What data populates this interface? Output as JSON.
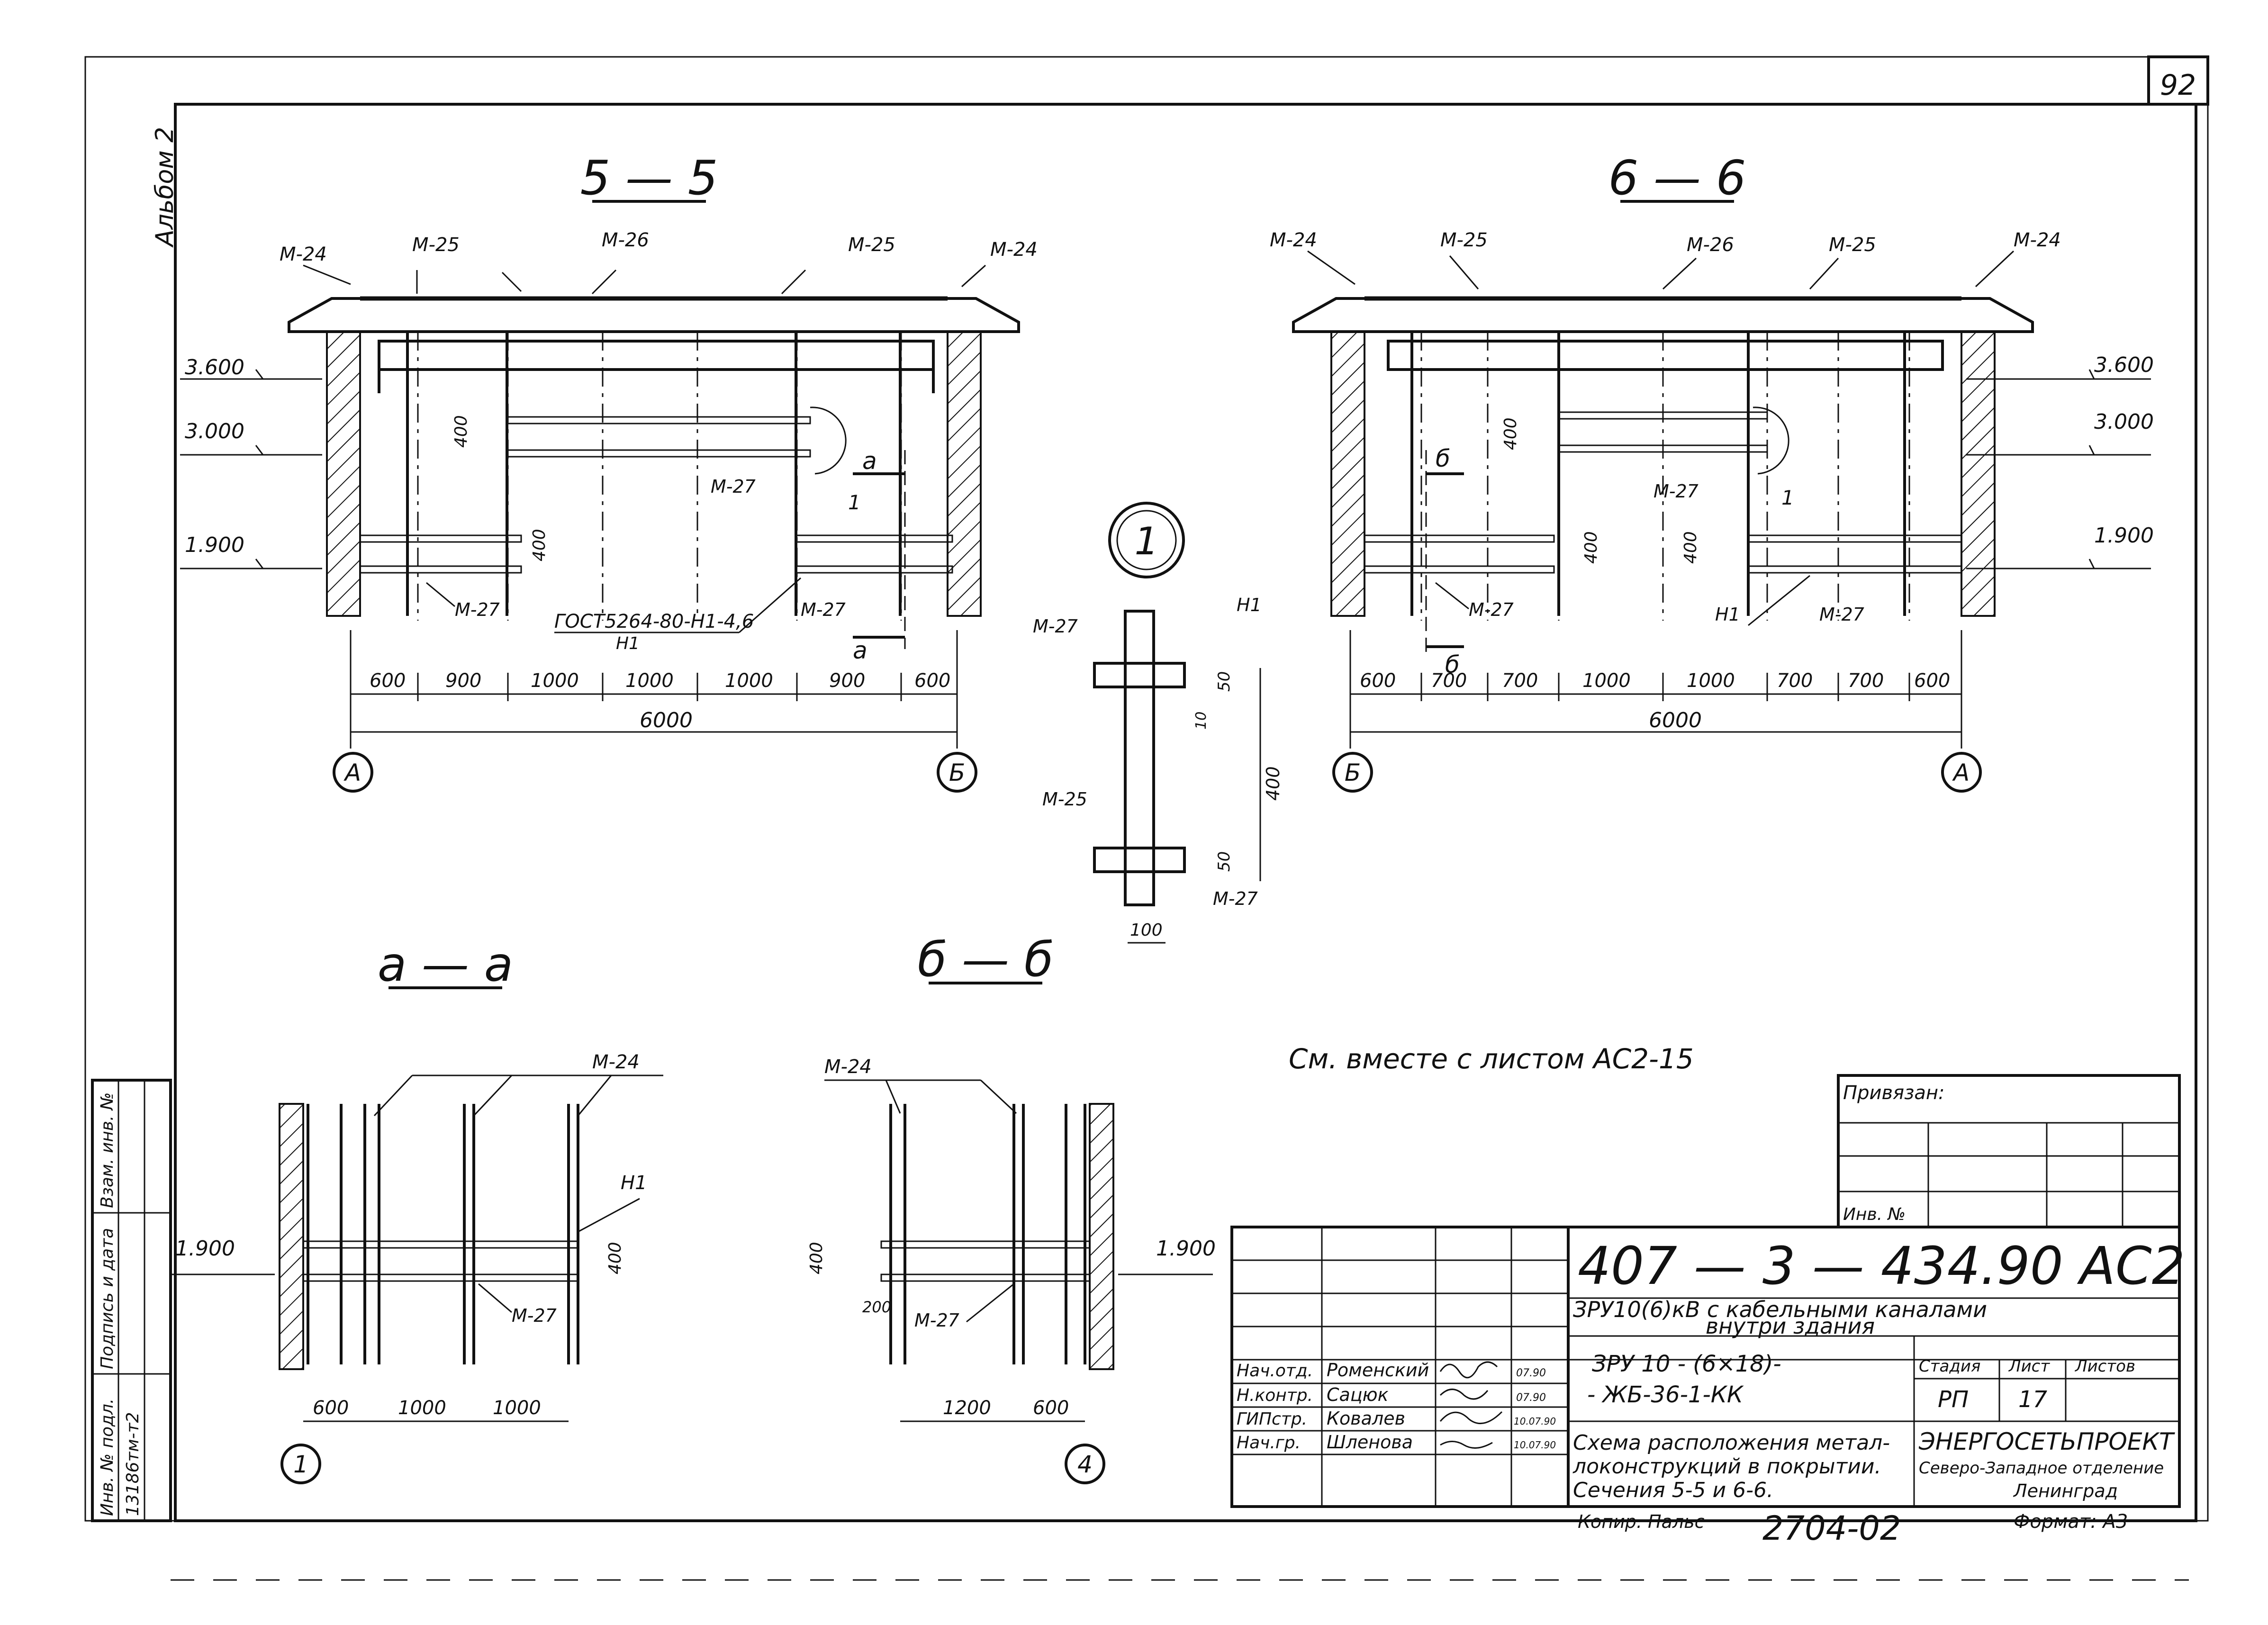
{
  "sheet_number": "92",
  "album_label": "Альбом 2",
  "sections": {
    "s55": {
      "title": "5 — 5",
      "marks": [
        "М-24",
        "М-25",
        "М-26",
        "М-25",
        "М-24"
      ],
      "elev_3600": "3.600",
      "elev_3000": "3.000",
      "elev_1900": "1.900",
      "dim_400_top": "400",
      "dim_400_low": "400",
      "m27_a": "М-27",
      "m27_b": "М-27",
      "m27_c": "М-27",
      "gost": "ГОСТ5264-80-Н1-4,6",
      "n1": "Н1",
      "cut_a_top": "а",
      "cut_a_bot": "а",
      "callout_1": "1",
      "dims": [
        "600",
        "900",
        "1000",
        "1000",
        "1000",
        "900",
        "600"
      ],
      "total": "6000",
      "axis_left": "А",
      "axis_right": "Б"
    },
    "s66": {
      "title": "6 — 6",
      "marks": [
        "М-24",
        "М-25",
        "М-26",
        "М-25",
        "М-24"
      ],
      "elev_3600": "3.600",
      "elev_3000": "3.000",
      "elev_1900": "1.900",
      "dim_400_top": "400",
      "dim_400_a": "400",
      "dim_400_b": "400",
      "m27_a": "М-27",
      "m27_b": "М-27",
      "m27_c": "М-27",
      "n1": "Н1",
      "cut_b_top": "б",
      "cut_b_bot": "б",
      "callout_1": "1",
      "dims": [
        "600",
        "700",
        "700",
        "1000",
        "1000",
        "700",
        "700",
        "600"
      ],
      "total": "6000",
      "axis_left": "Б",
      "axis_right": "А"
    },
    "node1": {
      "label": "1",
      "m27_top": "М-27",
      "n1": "Н1",
      "dim_50_top": "50",
      "dim_10": "10",
      "dim_400": "400",
      "m25": "М-25",
      "dim_50_bot": "50",
      "m27_bot": "М-27",
      "dim_100": "100"
    },
    "saa": {
      "title": "а — а",
      "m24": "М-24",
      "n1": "Н1",
      "elev": "1.900",
      "dim_400": "400",
      "m27": "М-27",
      "dims": [
        "600",
        "1000",
        "1000"
      ],
      "axis": "1"
    },
    "sbb": {
      "title": "б — б",
      "m24": "М-24",
      "dim_400": "400",
      "dim_200": "200",
      "m27": "М-27",
      "elev": "1.900",
      "dims": [
        "1200",
        "600"
      ],
      "axis": "4"
    }
  },
  "note": "См. вместе с листом АС2-15",
  "stamp": {
    "privyazan": "Привязан:",
    "inv_no": "Инв. №",
    "code": "407 — 3 — 434.90 АС2",
    "project_line1": "ЗРУ10(6)кВ с кабельными каналами",
    "project_line2": "внутри здания",
    "object_line1": "ЗРУ 10 - (6×18)-",
    "object_line2": "- ЖБ-36-1-КК",
    "stage_hdr": "Стадия",
    "sheet_hdr": "Лист",
    "sheets_hdr": "Листов",
    "stage": "РП",
    "sheet": "17",
    "sheet_title1": "Схема расположения метал-",
    "sheet_title2": "локонструкций в покрытии.",
    "sheet_title3": "Сечения 5-5 и 6-6.",
    "org1": "ЭНЕРГОСЕТЬПРОЕКТ",
    "org2": "Северо-Западное отделение",
    "org3": "Ленинград",
    "kopir": "Копир. Пальс",
    "format": "Формат: А3",
    "archive": "2704-02",
    "people": [
      {
        "role": "Нач.отд.",
        "name": "Роменский",
        "date": "07.90"
      },
      {
        "role": "Н.контр.",
        "name": "Сацюк",
        "date": "07.90"
      },
      {
        "role": "ГИПстр.",
        "name": "Ковалев",
        "date": "10.07.90"
      },
      {
        "role": "Нач.гр.",
        "name": "Шленова",
        "date": "10.07.90"
      }
    ]
  },
  "side_table": {
    "col1": "Инв. № подл.",
    "col2": "Подпись и дата",
    "col3": "Взам. инв. №",
    "inv_value": "13186тм-т2"
  }
}
